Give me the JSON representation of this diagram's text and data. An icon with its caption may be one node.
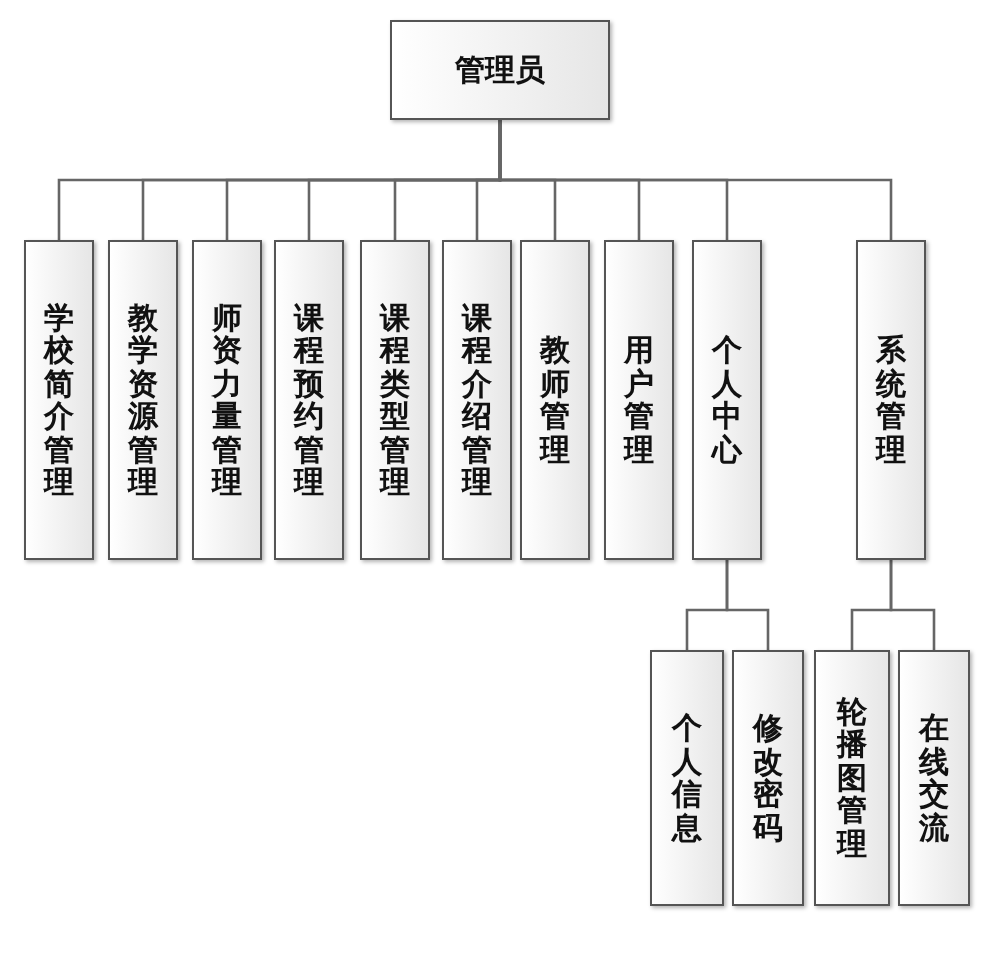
{
  "diagram": {
    "nodes": [
      {
        "text": [
          "管理员"
        ]
      },
      {
        "text": [
          "学校简介管理"
        ]
      },
      {
        "text": [
          "教学资源管理"
        ]
      },
      {
        "text": [
          "师资力量管理"
        ]
      },
      {
        "text": [
          "课程预约管理"
        ]
      },
      {
        "text": [
          "课程类型管理"
        ]
      },
      {
        "text": [
          "课程介绍管理"
        ]
      },
      {
        "text": [
          "教师管理"
        ]
      },
      {
        "text": [
          "用户管理"
        ]
      },
      {
        "text": [
          "个人中心"
        ]
      },
      {
        "text": [
          "系统管理"
        ]
      },
      {
        "text": [
          "个人信息"
        ]
      },
      {
        "text": [
          "修改密码"
        ]
      },
      {
        "text": [
          "轮播图管理"
        ]
      },
      {
        "text": [
          "在线交流"
        ]
      }
    ],
    "edges": [
      {
        "from": 0,
        "to": 1,
        "arrow": "none"
      },
      {
        "from": 0,
        "to": 2,
        "arrow": "none"
      },
      {
        "from": 0,
        "to": 3,
        "arrow": "none"
      },
      {
        "from": 0,
        "to": 4,
        "arrow": "none"
      },
      {
        "from": 0,
        "to": 5,
        "arrow": "none"
      },
      {
        "from": 0,
        "to": 6,
        "arrow": "none"
      },
      {
        "from": 0,
        "to": 7,
        "arrow": "none"
      },
      {
        "from": 0,
        "to": 8,
        "arrow": "none"
      },
      {
        "from": 0,
        "to": 9,
        "arrow": "none"
      },
      {
        "from": 0,
        "to": 10,
        "arrow": "none"
      },
      {
        "from": 9,
        "to": 11,
        "arrow": "none"
      },
      {
        "from": 9,
        "to": 12,
        "arrow": "none"
      },
      {
        "from": 10,
        "to": 13,
        "arrow": "none"
      },
      {
        "from": 10,
        "to": 14,
        "arrow": "none"
      }
    ]
  }
}
